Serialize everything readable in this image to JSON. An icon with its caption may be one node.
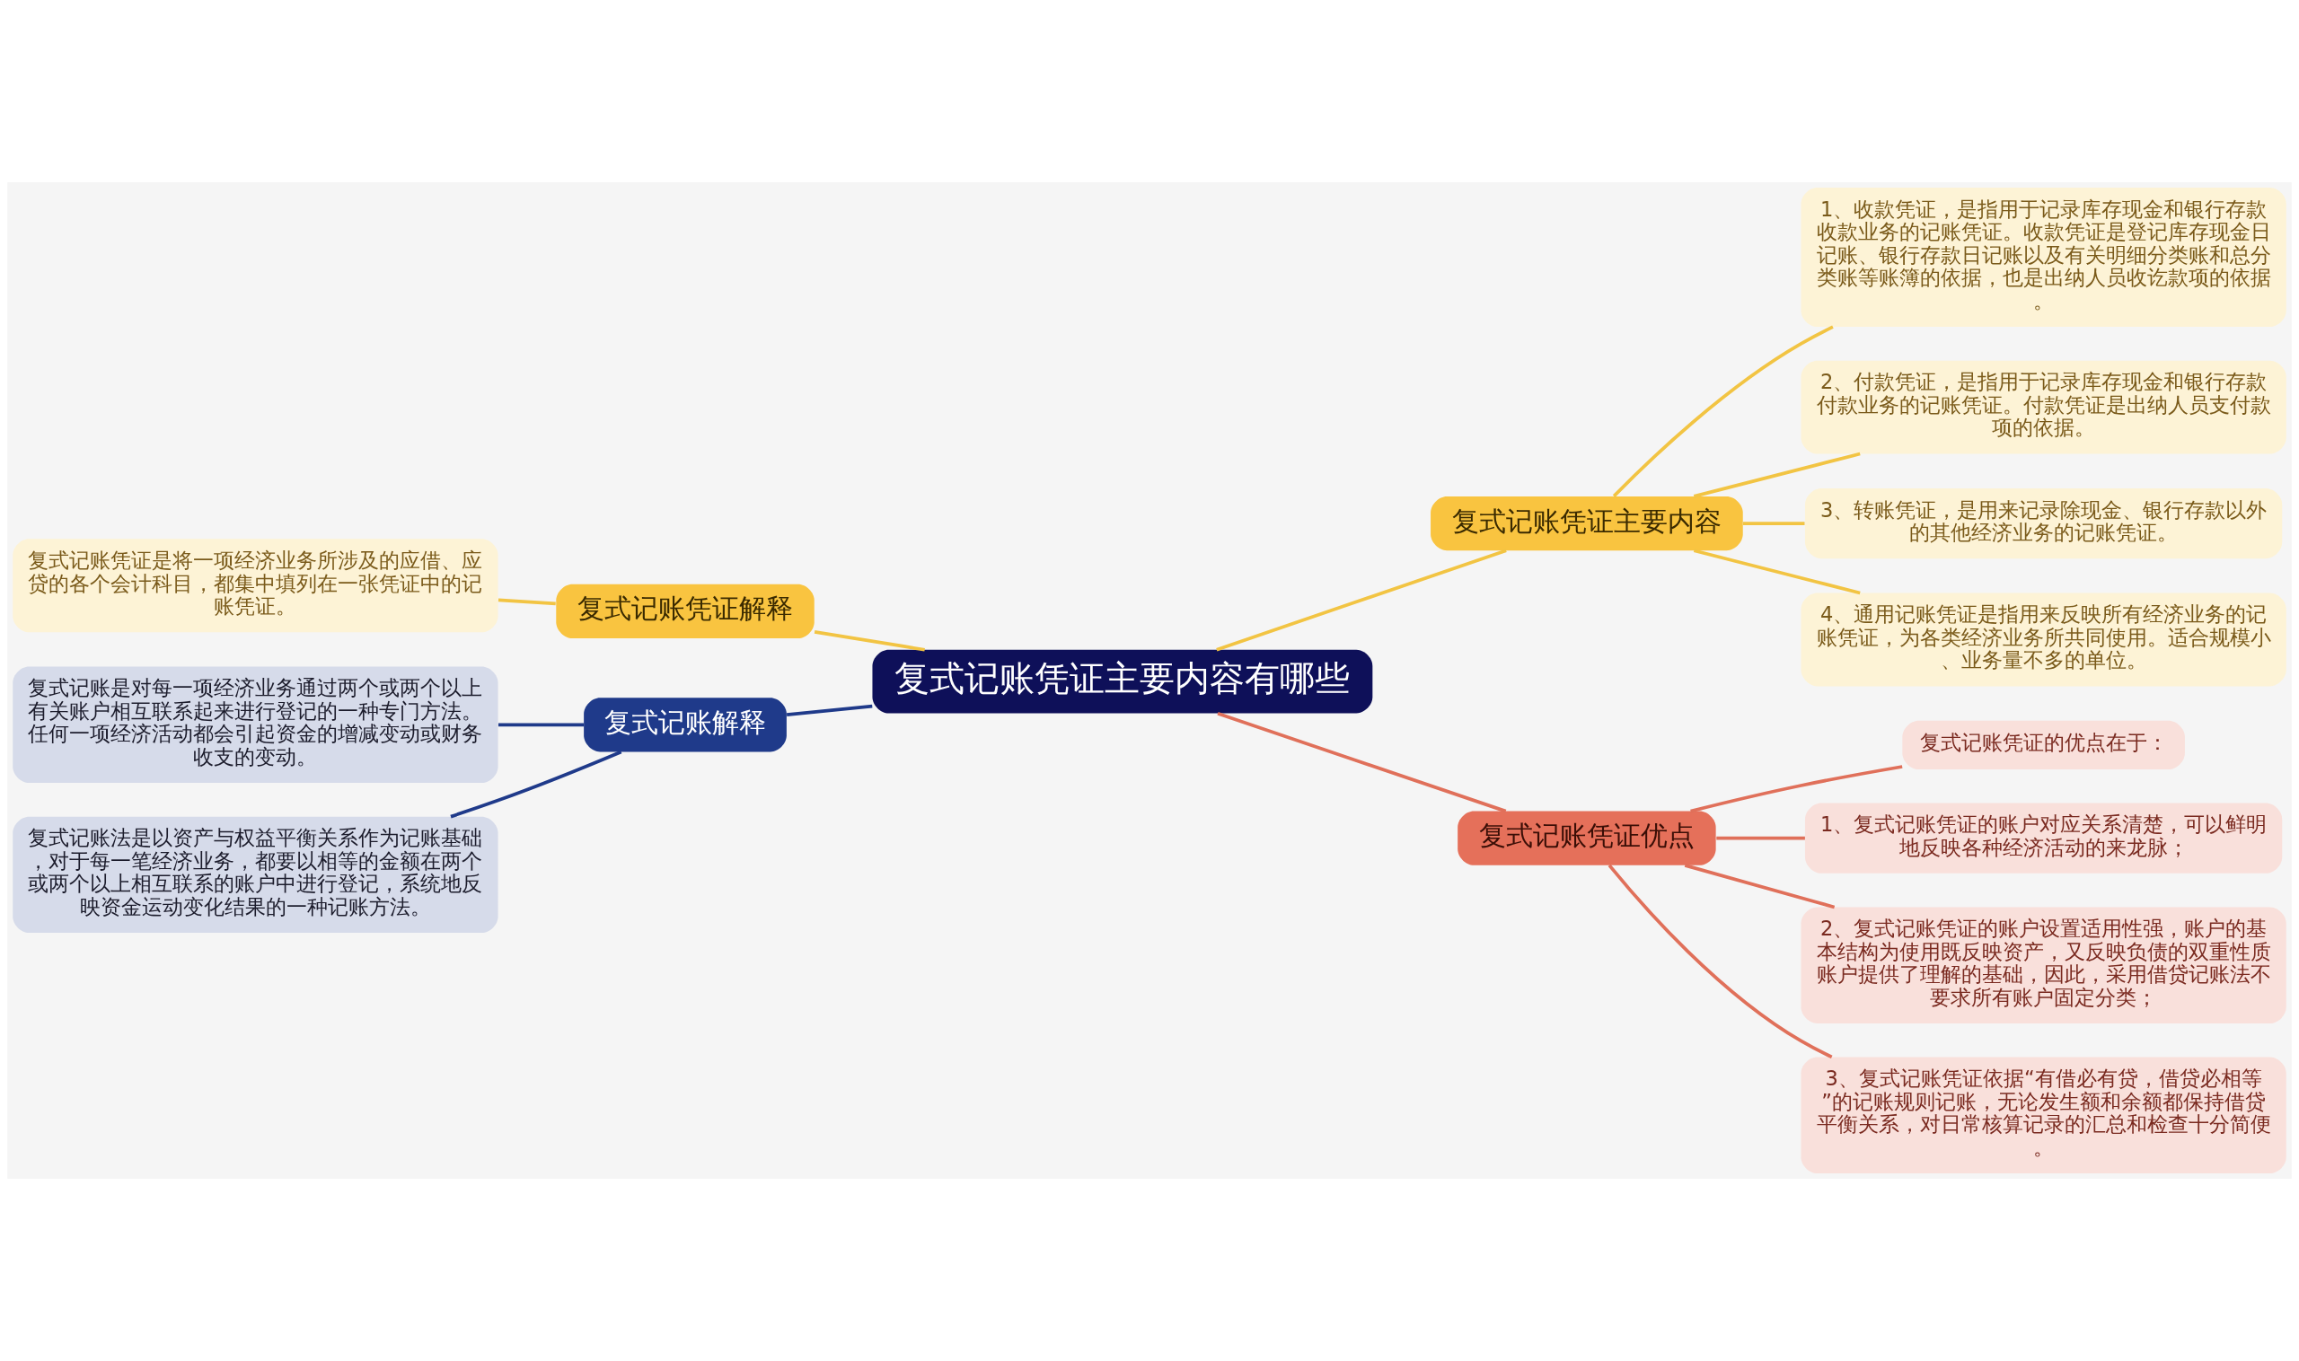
{
  "diagram": {
    "nodes": [
      {
        "text": [
          "复式记账凭证主要内容有哪些"
        ]
      },
      {
        "text": [
          "复式记账凭证解释"
        ]
      },
      {
        "text": [
          "复式记账凭证是将一项经济业务所涉及的应借、应贷的各个会计科目，都集中填列在一张凭证中的记账凭证。"
        ]
      },
      {
        "text": [
          "复式记账解释"
        ]
      },
      {
        "text": [
          "复式记账是对每一项经济业务通过两个或两个以上有关账户相互联系起来进行登记的一种专门方法。任何一项经济活动都会引起资金的增减变动或财务收支的变动。"
        ]
      },
      {
        "text": [
          "复式记账法是以资产与权益平衡关系作为记账基础，对于每一笔经济业务，都要以相等的金额在两个或两个以上相互联系的账户中进行登记，系统地反映资金运动变化结果的一种记账方法。"
        ]
      },
      {
        "text": [
          "复式记账凭证主要内容"
        ]
      },
      {
        "text": [
          "1、收款凭证，是指用于记录库存现金和银行存款收款业务的记账凭证。收款凭证是登记库存现金日记账、银行存款日记账以及有关明细分类账和总分类账等账簿的依据，也是出纳人员收讫款项的依据。"
        ]
      },
      {
        "text": [
          "2、付款凭证，是指用于记录库存现金和银行存款付款业务的记账凭证。付款凭证是出纳人员支付款项的依据。"
        ]
      },
      {
        "text": [
          "3、转账凭证，是用来记录除现金、银行存款以外的其他经济业务的记账凭证。"
        ]
      },
      {
        "text": [
          "4、通用记账凭证是指用来反映所有经济业务的记账凭证，为各类经济业务所共同使用。适合规模小、业务量不多的单位。"
        ]
      },
      {
        "text": [
          "复式记账凭证优点"
        ]
      },
      {
        "text": [
          "复式记账凭证的优点在于："
        ]
      },
      {
        "text": [
          "1、复式记账凭证的账户对应关系清楚，可以鲜明地反映各种经济活动的来龙脉；"
        ]
      },
      {
        "text": [
          "2、复式记账凭证的账户设置适用性强，账户的基本结构为使用既反映资产，又反映负债的双重性质账户提供了理解的基础，因此，采用借贷记账法不要求所有账户固定分类；"
        ]
      },
      {
        "text": [
          "3、复式记账凭证依据“有借必有贷，借贷必相等”的记账规则记账，无论发生额和余额都保持借贷平衡关系，对日常核算记录的汇总和检查十分简便。"
        ]
      }
    ],
    "edges": [
      {
        "from": 0,
        "to": 1,
        "arrow": "none",
        "color": "#f2c443"
      },
      {
        "from": 1,
        "to": 2,
        "arrow": "none",
        "color": "#f2c443"
      },
      {
        "from": 0,
        "to": 3,
        "arrow": "none",
        "color": "#1f3a8a"
      },
      {
        "from": 3,
        "to": 4,
        "arrow": "none",
        "color": "#1f3a8a"
      },
      {
        "from": 3,
        "to": 5,
        "arrow": "none",
        "color": "#1f3a8a"
      },
      {
        "from": 0,
        "to": 6,
        "arrow": "none",
        "color": "#f2c443"
      },
      {
        "from": 6,
        "to": 7,
        "arrow": "none",
        "color": "#f2c443"
      },
      {
        "from": 6,
        "to": 8,
        "arrow": "none",
        "color": "#f2c443"
      },
      {
        "from": 6,
        "to": 9,
        "arrow": "none",
        "color": "#f2c443"
      },
      {
        "from": 6,
        "to": 10,
        "arrow": "none",
        "color": "#f2c443"
      },
      {
        "from": 0,
        "to": 11,
        "arrow": "none",
        "color": "#e0705a"
      },
      {
        "from": 11,
        "to": 12,
        "arrow": "none",
        "color": "#e0705a"
      },
      {
        "from": 11,
        "to": 13,
        "arrow": "none",
        "color": "#e0705a"
      },
      {
        "from": 11,
        "to": 14,
        "arrow": "none",
        "color": "#e0705a"
      },
      {
        "from": 11,
        "to": 15,
        "arrow": "none",
        "color": "#e0705a"
      }
    ]
  }
}
